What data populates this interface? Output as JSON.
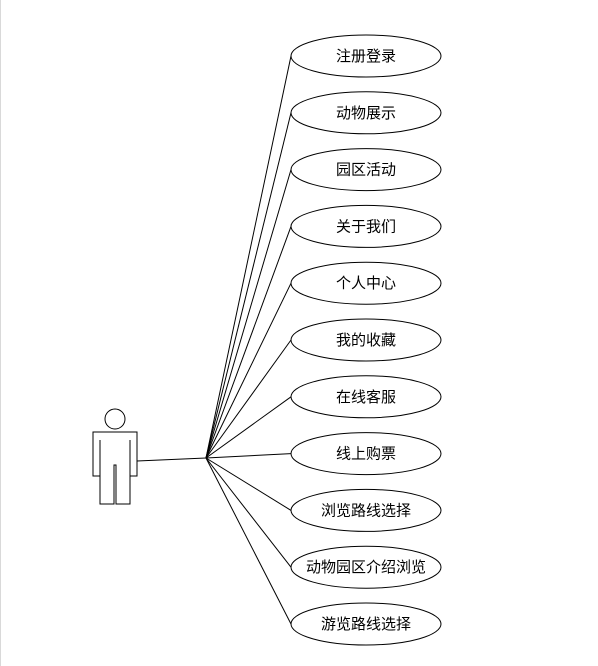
{
  "diagram": {
    "actor": {
      "name": ""
    },
    "use_cases": [
      {
        "label": "注册登录"
      },
      {
        "label": "动物展示"
      },
      {
        "label": "园区活动"
      },
      {
        "label": "关于我们"
      },
      {
        "label": "个人中心"
      },
      {
        "label": "我的收藏"
      },
      {
        "label": "在线客服"
      },
      {
        "label": "线上购票"
      },
      {
        "label": "浏览路线选择"
      },
      {
        "label": "动物园区介绍浏览"
      },
      {
        "label": "游览路线选择"
      }
    ],
    "colors": {
      "stroke": "#000000",
      "fill": "#ffffff"
    }
  }
}
